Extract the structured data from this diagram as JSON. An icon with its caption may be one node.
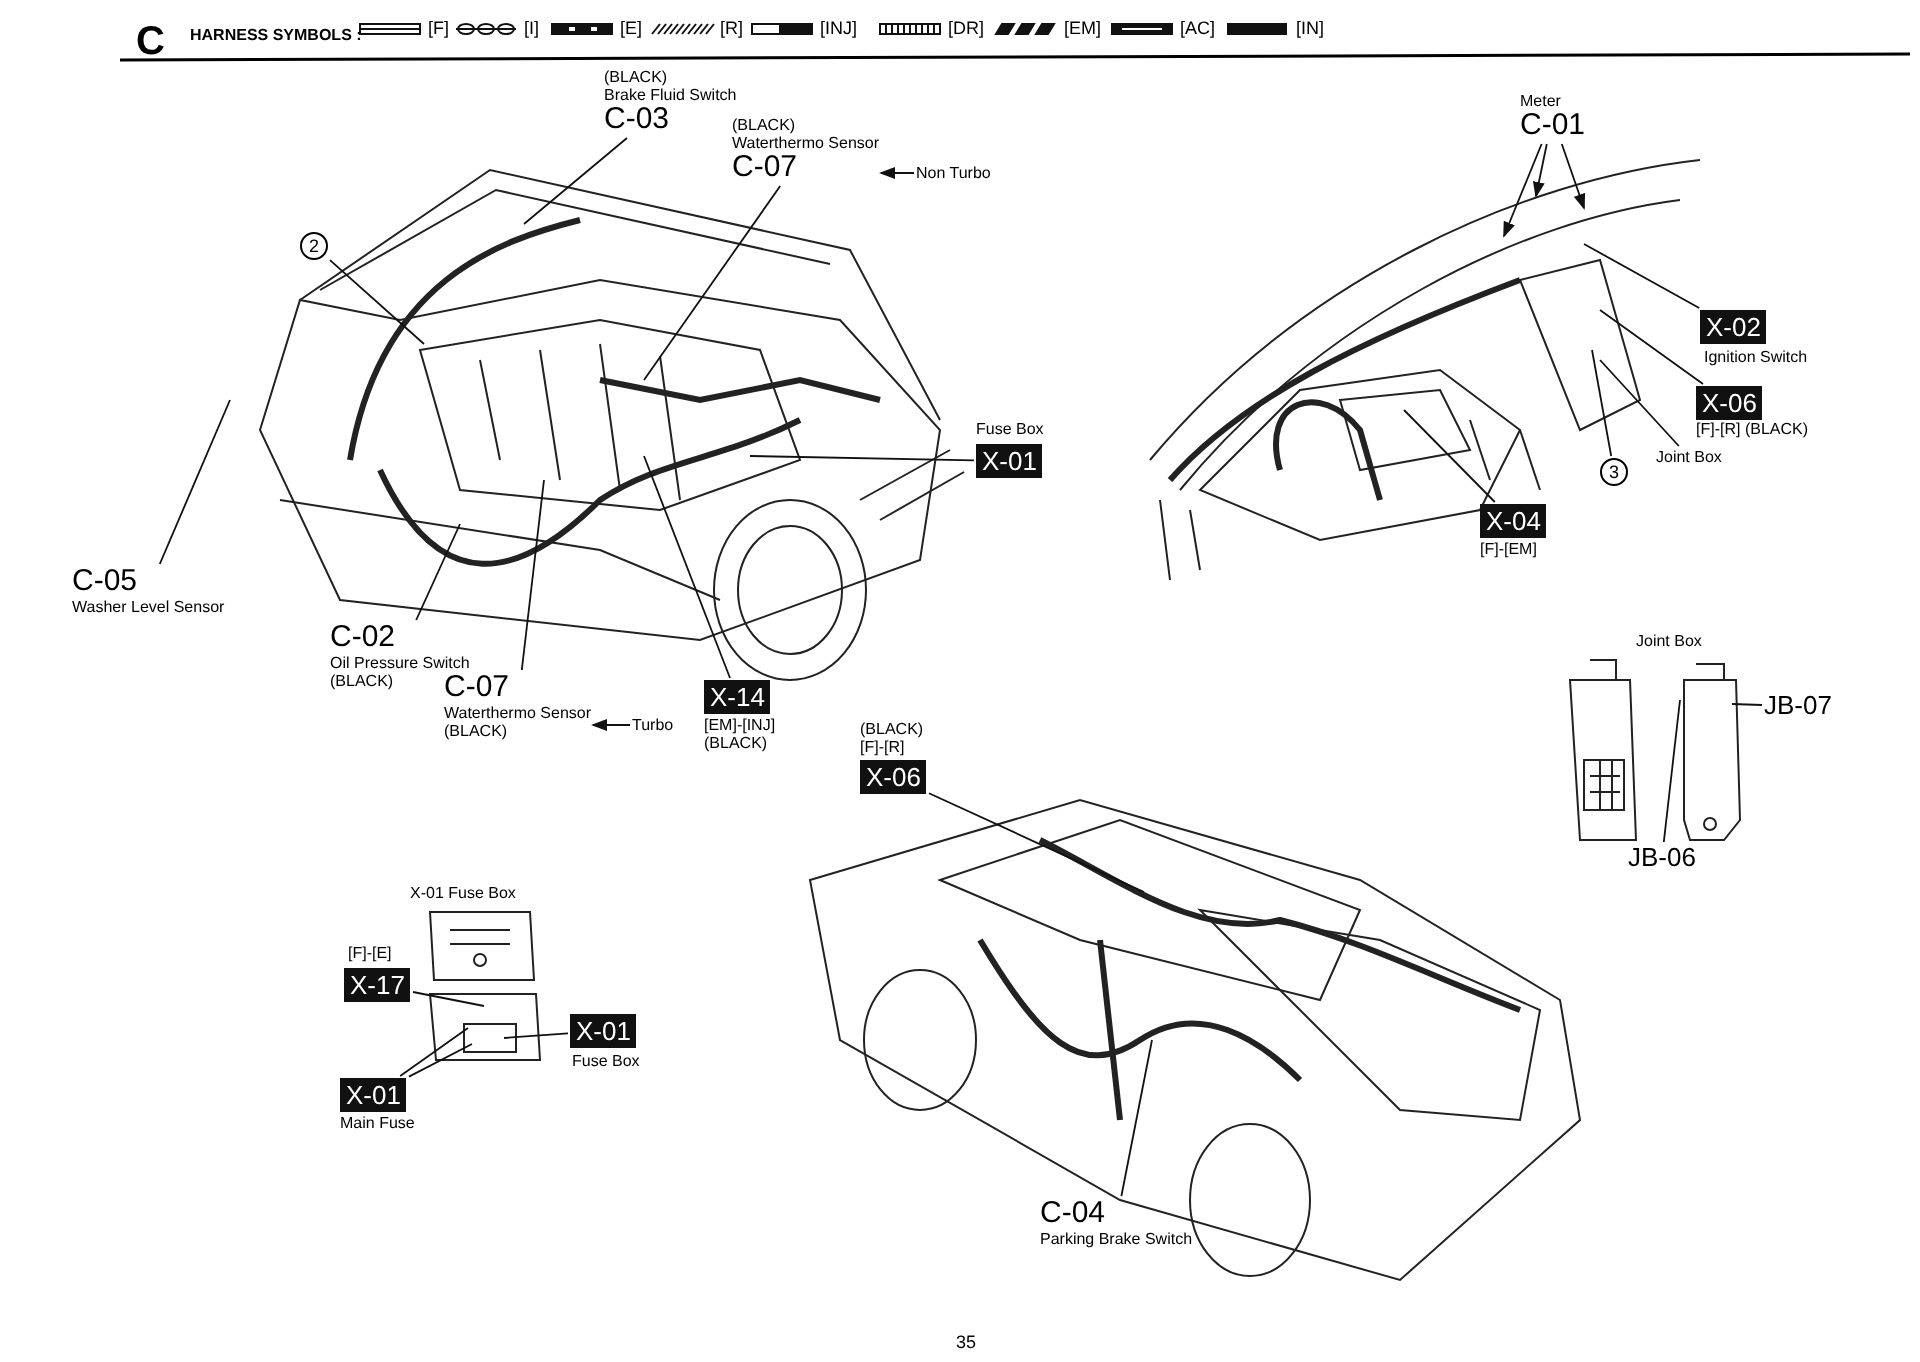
{
  "diagram": {
    "nodes": [
      {
        "text": [
          "(BLACK)",
          "Brake Fluid Switch",
          "C-03"
        ]
      },
      {
        "text": [
          "(BLACK)",
          "Waterthermo Sensor",
          "C-07"
        ]
      },
      {
        "text": [
          "Non Turbo"
        ]
      },
      {
        "text": [
          "Meter",
          "C-01"
        ]
      },
      {
        "text": [
          "2"
        ]
      },
      {
        "text": [
          "X-02"
        ],
        "beside": [
          "Ignition Switch"
        ]
      },
      {
        "text": [
          "X-06"
        ],
        "beside": [
          "[F]-[R] (BLACK)"
        ]
      },
      {
        "text": [
          "3"
        ]
      },
      {
        "text": [
          "Joint Box"
        ]
      },
      {
        "text": [
          "X-01"
        ],
        "beside": [
          "Fuse Box"
        ]
      },
      {
        "text": [
          "X-04"
        ],
        "beside": [
          "[F]-[EM]"
        ]
      },
      {
        "text": [
          "C-05",
          "Washer Level Sensor"
        ]
      },
      {
        "text": [
          "C-02",
          "Oil Pressure Switch",
          "(BLACK)"
        ]
      },
      {
        "text": [
          "C-07",
          "Waterthermo Sensor",
          "(BLACK)"
        ]
      },
      {
        "text": [
          "Turbo"
        ]
      },
      {
        "text": [
          "X-14"
        ],
        "beside": [
          "[EM]-[INJ]",
          "(BLACK)"
        ]
      },
      {
        "text": [
          "JB-07"
        ]
      },
      {
        "text": [
          "JB-06"
        ]
      },
      {
        "text": [
          "X-06"
        ],
        "beside": [
          "(BLACK)",
          "[F]-[R]"
        ]
      },
      {
        "text": [
          "X-17"
        ],
        "beside": [
          "[F]-[E]"
        ]
      },
      {
        "text": [
          "X-01"
        ],
        "beside": [
          "Fuse Box"
        ]
      },
      {
        "text": [
          "X-01"
        ],
        "beside": [
          "Main Fuse"
        ]
      },
      {
        "text": [
          "C-04",
          "Parking Brake Switch"
        ]
      }
    ],
    "edges": [
      {
        "from": 0,
        "to": null,
        "arrow": "none"
      },
      {
        "from": 1,
        "to": null,
        "arrow": "none"
      },
      {
        "from": 2,
        "to": 1,
        "arrow": "to"
      },
      {
        "from": 3,
        "to": null,
        "arrow": "to"
      },
      {
        "from": 3,
        "to": null,
        "arrow": "to"
      },
      {
        "from": 3,
        "to": null,
        "arrow": "to"
      },
      {
        "from": 4,
        "to": null,
        "arrow": "none"
      },
      {
        "from": 5,
        "to": null,
        "arrow": "none"
      },
      {
        "from": 6,
        "to": null,
        "arrow": "none"
      },
      {
        "from": 7,
        "to": null,
        "arrow": "none"
      },
      {
        "from": 8,
        "to": null,
        "arrow": "none"
      },
      {
        "from": 9,
        "to": null,
        "arrow": "none"
      },
      {
        "from": 10,
        "to": null,
        "arrow": "none"
      },
      {
        "from": 11,
        "to": null,
        "arrow": "none"
      },
      {
        "from": 12,
        "to": null,
        "arrow": "none"
      },
      {
        "from": 13,
        "to": null,
        "arrow": "none"
      },
      {
        "from": 14,
        "to": 13,
        "arrow": "to"
      },
      {
        "from": 15,
        "to": null,
        "arrow": "none"
      },
      {
        "from": 16,
        "to": null,
        "arrow": "none"
      },
      {
        "from": 17,
        "to": null,
        "arrow": "none"
      },
      {
        "from": 18,
        "to": null,
        "arrow": "none"
      },
      {
        "from": 19,
        "to": null,
        "arrow": "none"
      },
      {
        "from": 20,
        "to": null,
        "arrow": "none"
      },
      {
        "from": 21,
        "to": null,
        "arrow": "none"
      },
      {
        "from": 21,
        "to": null,
        "arrow": "none"
      },
      {
        "from": 22,
        "to": null,
        "arrow": "none"
      }
    ],
    "labels": [
      "C",
      "HARNESS SYMBOLS :",
      "Joint Box",
      "X-01 Fuse Box",
      "35"
    ],
    "legend": [
      {
        "text": "[F]"
      },
      {
        "text": "[I]"
      },
      {
        "text": "[E]"
      },
      {
        "text": "[R]"
      },
      {
        "text": "[INJ]"
      },
      {
        "text": "[DR]"
      },
      {
        "text": "[EM]"
      },
      {
        "text": "[AC]"
      },
      {
        "text": "[IN]"
      }
    ]
  }
}
